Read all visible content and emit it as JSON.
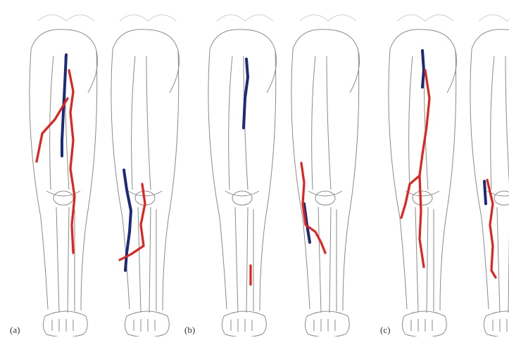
{
  "figure": {
    "panels": [
      {
        "id": "a",
        "label": "(a)"
      },
      {
        "id": "b",
        "label": "(b)"
      },
      {
        "id": "c",
        "label": "(c)"
      }
    ]
  },
  "colors": {
    "deep_vein": "#1c2a78",
    "superficial_vein": "#e0231c",
    "bone_outline": "#8a8a8a",
    "background": "#ffffff"
  }
}
